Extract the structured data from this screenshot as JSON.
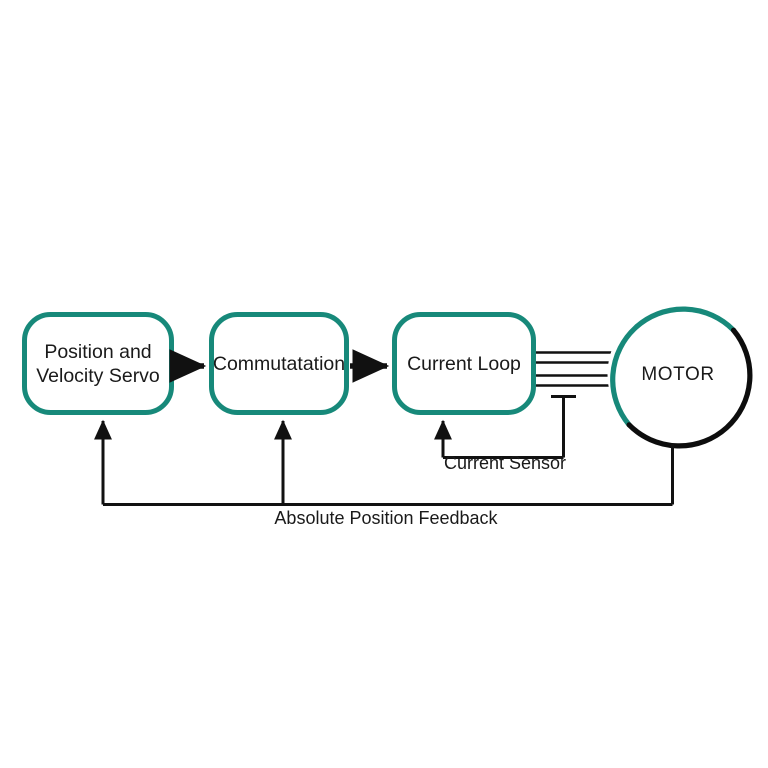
{
  "diagram": {
    "title": "Servo control loop block diagram",
    "colors": {
      "block_stroke": "#17897a",
      "motor_stroke_primary": "#17897a",
      "motor_stroke_secondary": "#0d0d0d",
      "line": "#111111",
      "background": "#ffffff",
      "text": "#1a1a1a"
    },
    "blocks": [
      {
        "id": "position-velocity-servo",
        "line1": "Position and",
        "line2": "Velocity Servo"
      },
      {
        "id": "commutation",
        "line1": "Commutatation",
        "line2": ""
      },
      {
        "id": "current-loop",
        "line1": "Current Loop",
        "line2": ""
      }
    ],
    "motor": {
      "id": "motor",
      "label": "MOTOR"
    },
    "connections": {
      "servo_to_commutation": "arrow",
      "commutation_to_current_loop": "arrow",
      "current_loop_to_motor_phases": 4
    },
    "feedback": [
      {
        "id": "current-sensor",
        "label": "Current Sensor"
      },
      {
        "id": "absolute-position-feedback",
        "label": "Absolute Position Feedback"
      }
    ]
  }
}
